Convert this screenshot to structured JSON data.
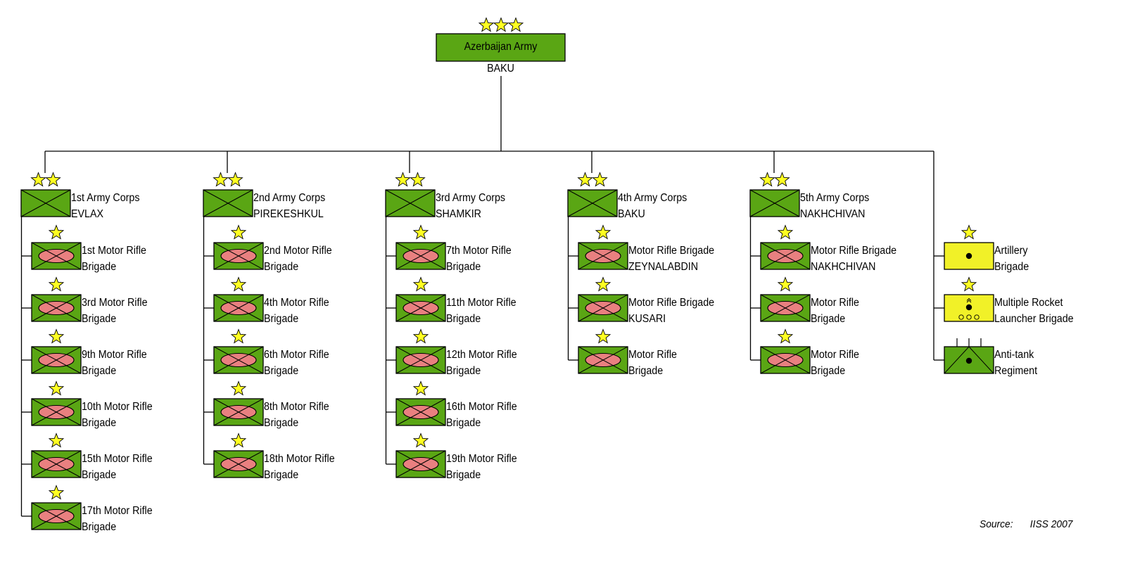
{
  "colors": {
    "unit_green": "#5aa614",
    "infantry_oval": "#e98080",
    "artillery_yellow": "#f1f128",
    "star_yellow": "#ffff22",
    "line": "#000000"
  },
  "army": {
    "name": "Azerbaijan Army",
    "location": "BAKU",
    "stars": 3,
    "symbol": "headquarters-icon"
  },
  "corps": [
    {
      "name": "1st Army Corps",
      "location": "EVLAX",
      "stars": 2,
      "symbol": "infantry-icon",
      "brigades": [
        {
          "line1": "1st Motor Rifle",
          "line2": "Brigade",
          "stars": 1
        },
        {
          "line1": "3rd Motor Rifle",
          "line2": "Brigade",
          "stars": 1
        },
        {
          "line1": "9th Motor Rifle",
          "line2": "Brigade",
          "stars": 1
        },
        {
          "line1": "10th Motor Rifle",
          "line2": "Brigade",
          "stars": 1
        },
        {
          "line1": "15th Motor Rifle",
          "line2": "Brigade",
          "stars": 1
        },
        {
          "line1": "17th Motor Rifle",
          "line2": "Brigade",
          "stars": 1
        }
      ]
    },
    {
      "name": "2nd Army Corps",
      "location": "PIREKESHKUL",
      "stars": 2,
      "symbol": "infantry-icon",
      "brigades": [
        {
          "line1": "2nd Motor Rifle",
          "line2": "Brigade",
          "stars": 1
        },
        {
          "line1": "4th Motor Rifle",
          "line2": "Brigade",
          "stars": 1
        },
        {
          "line1": "6th Motor Rifle",
          "line2": "Brigade",
          "stars": 1
        },
        {
          "line1": "8th Motor Rifle",
          "line2": "Brigade",
          "stars": 1
        },
        {
          "line1": "18th Motor Rifle",
          "line2": "Brigade",
          "stars": 1
        }
      ]
    },
    {
      "name": "3rd Army Corps",
      "location": "SHAMKIR",
      "stars": 2,
      "symbol": "infantry-icon",
      "brigades": [
        {
          "line1": "7th Motor Rifle",
          "line2": "Brigade",
          "stars": 1
        },
        {
          "line1": "11th Motor Rifle",
          "line2": "Brigade",
          "stars": 1
        },
        {
          "line1": "12th Motor Rifle",
          "line2": "Brigade",
          "stars": 1
        },
        {
          "line1": "16th Motor Rifle",
          "line2": "Brigade",
          "stars": 1
        },
        {
          "line1": "19th Motor Rifle",
          "line2": "Brigade",
          "stars": 1
        }
      ]
    },
    {
      "name": "4th Army Corps",
      "location": "BAKU",
      "stars": 2,
      "symbol": "infantry-icon",
      "brigades": [
        {
          "line1": "Motor Rifle Brigade",
          "line2": "ZEYNALABDIN",
          "stars": 1
        },
        {
          "line1": "Motor Rifle Brigade",
          "line2": "KUSARI",
          "stars": 1
        },
        {
          "line1": "Motor Rifle",
          "line2": "Brigade",
          "stars": 1
        }
      ]
    },
    {
      "name": "5th Army Corps",
      "location": "NAKHCHIVAN",
      "stars": 2,
      "symbol": "infantry-icon",
      "brigades": [
        {
          "line1": "Motor Rifle Brigade",
          "line2": "NAKHCHIVAN",
          "stars": 1
        },
        {
          "line1": "Motor Rifle",
          "line2": "Brigade",
          "stars": 1
        },
        {
          "line1": "Motor Rifle",
          "line2": "Brigade",
          "stars": 1
        }
      ]
    }
  ],
  "army_units": [
    {
      "line1": "Artillery",
      "line2": "Brigade",
      "stars": 1,
      "symbol": "artillery-icon"
    },
    {
      "line1": "Multiple Rocket",
      "line2": "Launcher Brigade",
      "stars": 1,
      "symbol": "rocket-launcher-icon"
    },
    {
      "line1": "Anti-tank",
      "line2": "Regiment",
      "stars": 0,
      "symbol": "anti-tank-icon"
    }
  ],
  "source": {
    "label": "Source:",
    "value": "IISS 2007"
  }
}
